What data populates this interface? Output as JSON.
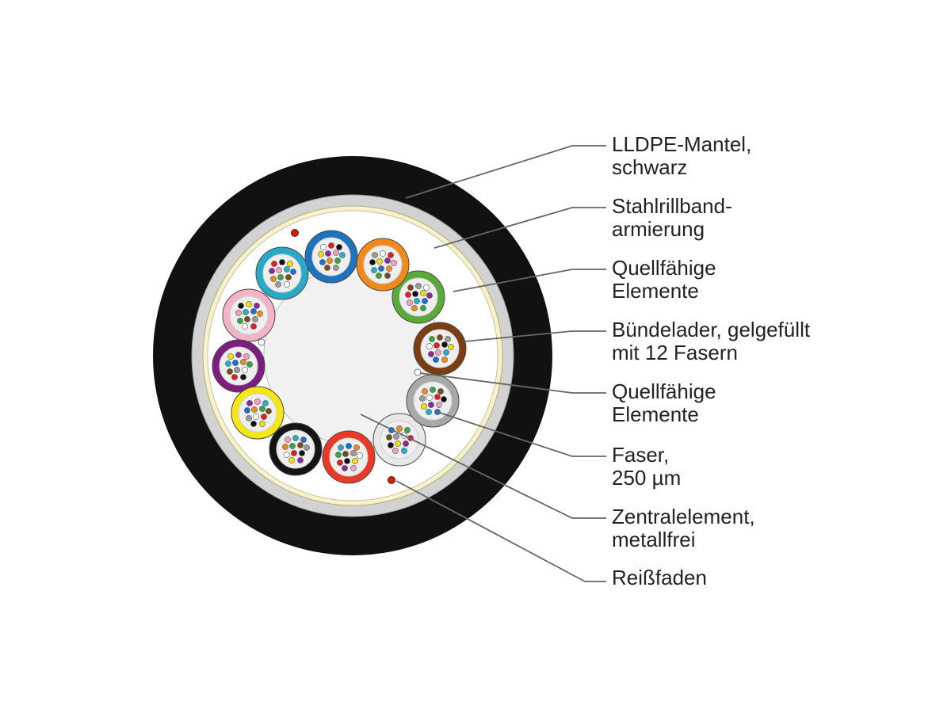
{
  "colors": {
    "jacket": "#111111",
    "armor": "#d2d2d2",
    "swelling": "#f7f2cc",
    "central": "#f1f1f1",
    "leader": "#666666",
    "ripcord": "#cc2200",
    "tube_colors": [
      "#e8e8e8",
      "#a8a8a8",
      "#7a3e12",
      "#5aaa3a",
      "#f08a1c",
      "#1d74bd",
      "#2aa8c8",
      "#f4b4c8",
      "#7c1e80",
      "#f5e614",
      "#141414",
      "#e83a26"
    ],
    "fiber_colors": [
      "#1f6fd0",
      "#f08a1c",
      "#3aa640",
      "#7a4a1a",
      "#9a9a9a",
      "#ffffff",
      "#e02020",
      "#111111",
      "#f0e010",
      "#8a2a9a",
      "#f5a0c0",
      "#20b0c8"
    ]
  },
  "labels": [
    {
      "name": "label-jacket",
      "lines": [
        "LLDPE-Mantel,",
        "schwarz"
      ]
    },
    {
      "name": "label-armor",
      "lines": [
        "Stahlrillband-",
        "armierung"
      ]
    },
    {
      "name": "label-swelling-outer",
      "lines": [
        "Quellfähige",
        "Elemente"
      ]
    },
    {
      "name": "label-loose-tube",
      "lines": [
        "Bündelader, gelgefüllt",
        "mit 12 Fasern"
      ]
    },
    {
      "name": "label-swelling-inner",
      "lines": [
        "Quellfähige",
        "Elemente"
      ]
    },
    {
      "name": "label-fiber",
      "lines": [
        "Faser,",
        "250 µm"
      ]
    },
    {
      "name": "label-central-element",
      "lines": [
        "Zentralelement,",
        "metallfrei"
      ]
    },
    {
      "name": "label-ripcord",
      "lines": [
        "Reißfaden"
      ]
    }
  ]
}
